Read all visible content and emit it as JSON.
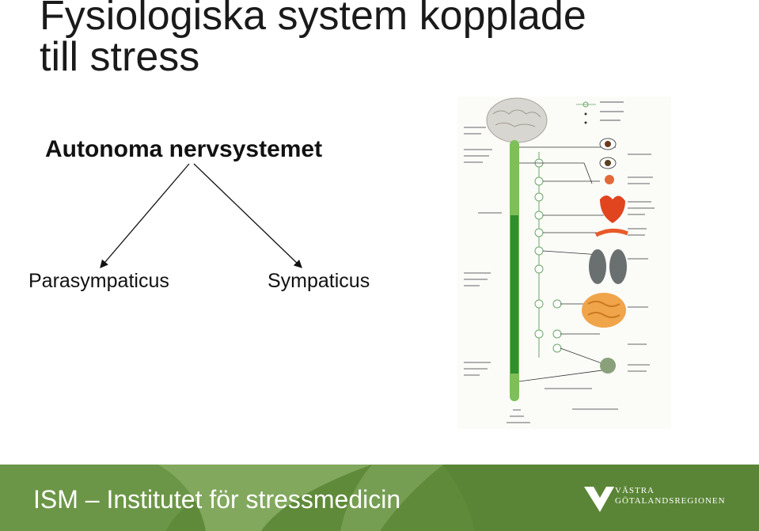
{
  "slide": {
    "title_line1": "Fysiologiska system kopplade",
    "title_line2": "till stress",
    "subtitle": "Autonoma nervsystemet",
    "branch_left": "Parasympaticus",
    "branch_right": "Sympaticus"
  },
  "footer": {
    "text": "ISM – Institutet för stressmedicin",
    "logo_line1": "VÄSTRA",
    "logo_line2": "GÖTALANDSREGIONEN"
  },
  "colors": {
    "footer_green": "#5f8a3a",
    "footer_light": "#7da35a",
    "spinal_green": "#3c9a3a"
  },
  "diagram": {
    "icons": [
      "brain-icon",
      "eye-icon",
      "heart-icon",
      "lungs-icon",
      "intestine-icon",
      "bladder-icon"
    ]
  }
}
